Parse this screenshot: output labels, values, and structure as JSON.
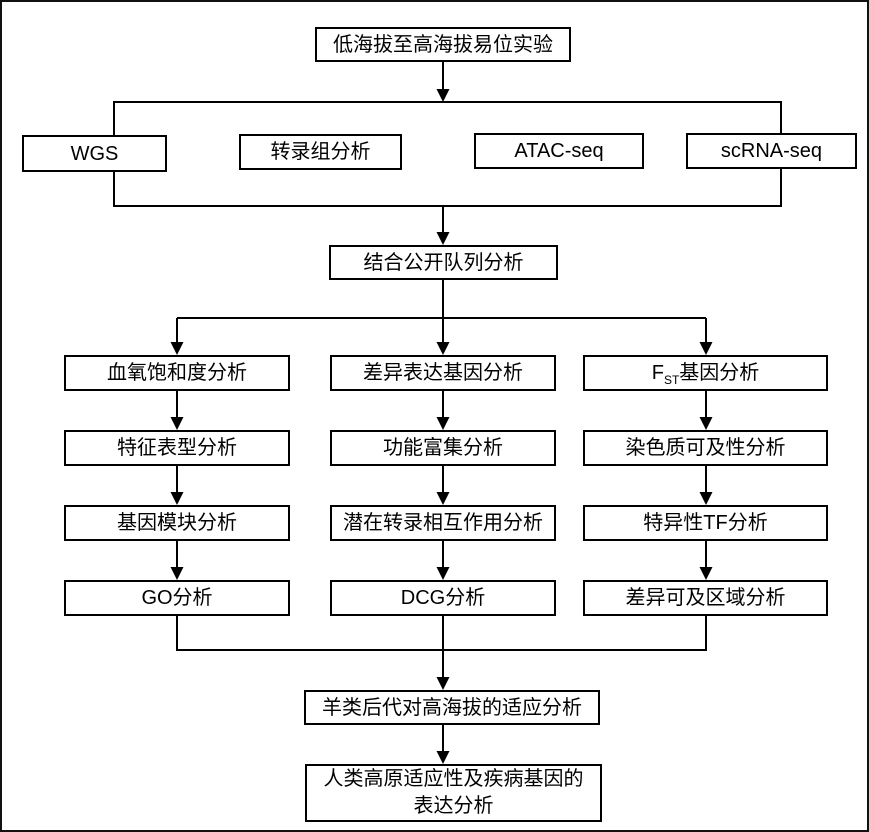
{
  "flowchart": {
    "experiment": {
      "label": "低海拔至高海拔易位实验"
    },
    "methods": [
      {
        "label": "WGS"
      },
      {
        "label": "转录组分析"
      },
      {
        "label": "ATAC-seq"
      },
      {
        "label": "scRNA-seq"
      }
    ],
    "cohort": {
      "label": "结合公开队列分析"
    },
    "columns": [
      {
        "steps": [
          "血氧饱和度分析",
          "特征表型分析",
          "基因模块分析",
          "GO分析"
        ]
      },
      {
        "steps": [
          "差异表达基因分析",
          "功能富集分析",
          "潜在转录相互作用分析",
          "DCG分析"
        ]
      },
      {
        "fst": {
          "pre": "F",
          "sub": "ST",
          "post": "基因分析"
        },
        "steps_rest": [
          "染色质可及性分析",
          "特异性TF分析",
          "差异可及区域分析"
        ]
      }
    ],
    "sheep": {
      "label": "羊类后代对高海拔的适应分析"
    },
    "human": {
      "line1": "人类高原适应性及疾病基因的",
      "line2": "表达分析"
    },
    "colors": {
      "line": "#000000",
      "box_border": "#000000",
      "box_fill": "#ffffff",
      "background": "#ffffff",
      "text": "#000000"
    }
  }
}
